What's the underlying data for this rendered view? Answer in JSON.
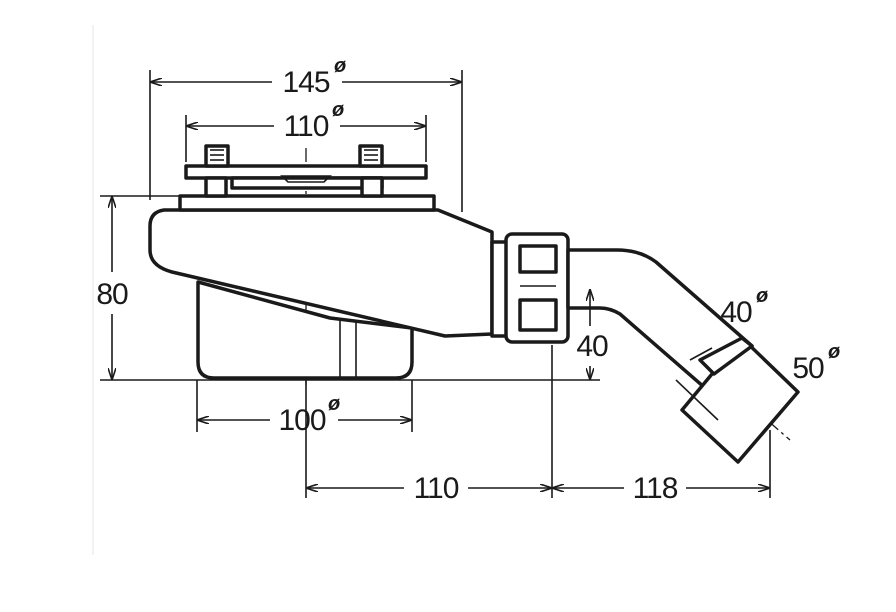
{
  "dimensions": {
    "outer_flange": {
      "value": "145",
      "symbol": "ø"
    },
    "inner_flange": {
      "value": "110",
      "symbol": "ø"
    },
    "height": {
      "value": "80"
    },
    "outlet_height": {
      "value": "40"
    },
    "pipe_diameter": {
      "value": "40",
      "symbol": "ø"
    },
    "outlet_diameter": {
      "value": "50",
      "symbol": "ø"
    },
    "body_width": {
      "value": "100",
      "symbol": "ø"
    },
    "center_to_nut": {
      "value": "110"
    },
    "nut_to_outlet": {
      "value": "118"
    }
  },
  "colors": {
    "line": "#1a1a1a",
    "background": "#ffffff"
  }
}
